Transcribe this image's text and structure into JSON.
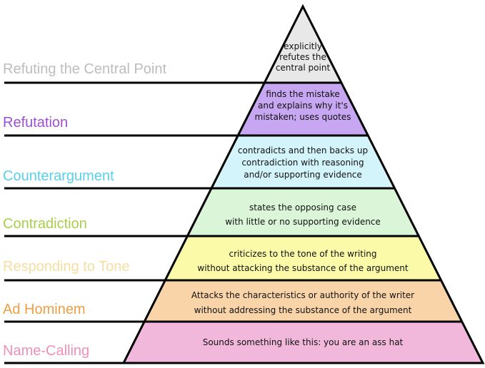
{
  "levels": [
    {
      "label": "Refuting the Central Point",
      "label_color": "#bdbdbd",
      "fill": "#e8e8e8",
      "lines": [
        "explicitly",
        "refutes the",
        "central point"
      ]
    },
    {
      "label": "Refutation",
      "label_color": "#9a4fd6",
      "fill": "#c7a6f2",
      "lines": [
        "finds the mistake",
        "and explains why it's",
        "mistaken; uses quotes"
      ]
    },
    {
      "label": "Counterargument",
      "label_color": "#58d0ea",
      "fill": "#d4f4fb",
      "lines": [
        "contradicts and then backs up",
        "contradiction with reasoning",
        "and/or supporting evidence"
      ]
    },
    {
      "label": "Contradiction",
      "label_color": "#a7cf4a",
      "fill": "#dbf5d8",
      "lines": [
        "states the opposing case",
        "with little or no supporting evidence"
      ]
    },
    {
      "label": "Responding to Tone",
      "label_color": "#f5dfa0",
      "fill": "#fbfaa8",
      "lines": [
        "criticizes to the tone of the writing",
        "without attacking the substance of the argument"
      ]
    },
    {
      "label": "Ad Hominem",
      "label_color": "#ee9f45",
      "fill": "#f8d4a8",
      "lines": [
        "Attacks the  characteristics or authority of the writer",
        "without addressing the substance of the argument"
      ]
    },
    {
      "label": "Name-Calling",
      "label_color": "#f08fb8",
      "fill": "#f2b8dc",
      "lines": [
        "Sounds something like this: you are an ass hat"
      ]
    }
  ]
}
